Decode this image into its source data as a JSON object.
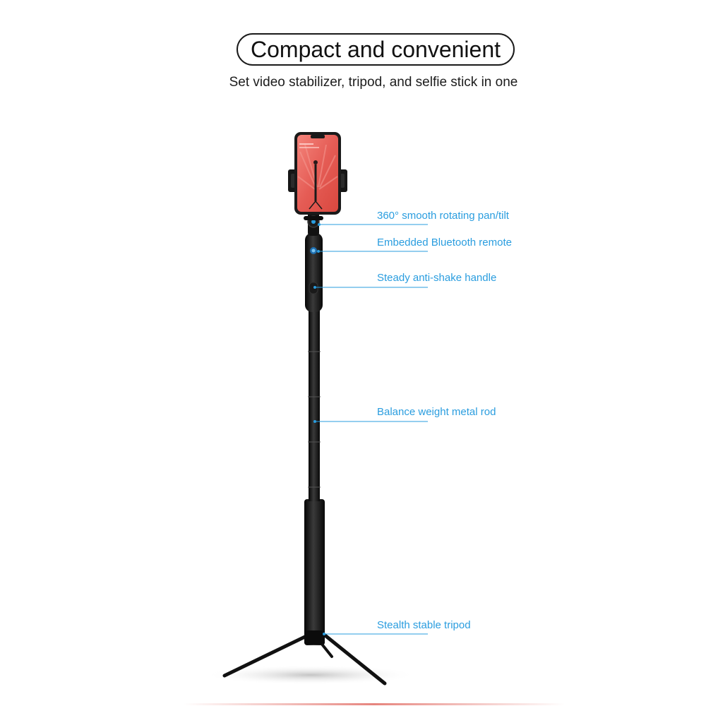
{
  "header": {
    "title": "Compact and convenient",
    "subtitle": "Set video stabilizer, tripod, and selfie stick in one"
  },
  "callouts": [
    {
      "label": "360° smooth rotating pan/tilt"
    },
    {
      "label": "Embedded Bluetooth remote"
    },
    {
      "label": "Steady anti-shake handle"
    },
    {
      "label": "Balance weight metal rod"
    },
    {
      "label": "Stealth stable tripod"
    }
  ],
  "colors": {
    "accent": "#2a9ddf",
    "product_black": "#141414",
    "phone_screen": "#e8605a"
  },
  "icons": {
    "bluetooth_button": "blue-dot-button",
    "phone": "smartphone"
  }
}
